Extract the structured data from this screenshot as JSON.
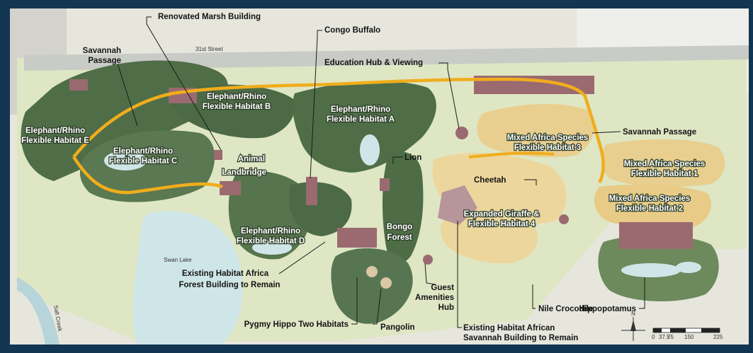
{
  "street": {
    "name": "31st Street"
  },
  "water": {
    "swan_lake": "Swan Lake",
    "salt_creek": "Salt Creek"
  },
  "habitats": {
    "savannah_passage_west": [
      "Savannah",
      "Passage"
    ],
    "renovated_marsh": "Renovated Marsh Building",
    "congo_buffalo": "Congo Buffalo",
    "education_hub": "Education Hub & Viewing",
    "elephant_b": [
      "Elephant/Rhino",
      "Flexible Habitat B"
    ],
    "elephant_a": [
      "Elephant/Rhino",
      "Flexible Habitat A"
    ],
    "elephant_e": [
      "Elephant/Rhino",
      "Flexible Habitat E"
    ],
    "elephant_c": [
      "Elephant/Rhino",
      "Flexible Habitat C"
    ],
    "animal_landbridge": [
      "Animal",
      "Landbridge"
    ],
    "mixed_3": [
      "Mixed Africa Species",
      "Flexible Habitat 3"
    ],
    "savannah_passage_east": "Savannah Passage",
    "mixed_1": [
      "Mixed Africa Species",
      "Flexible Habitat 1"
    ],
    "lion": "Lion",
    "cheetah": "Cheetah",
    "mixed_2": [
      "Mixed Africa Species",
      "Flexible Habitat 2"
    ],
    "giraffe": [
      "Expanded Giraffe &",
      "Flexible Habitat 4"
    ],
    "elephant_d": [
      "Elephant/Rhino",
      "Flexible Habitat D"
    ],
    "bongo_forest": [
      "Bongo",
      "Forest"
    ],
    "existing_forest": [
      "Existing Habitat Africa",
      "Forest Building to Remain"
    ],
    "guest_amenities": [
      "Guest",
      "Amenities",
      "Hub"
    ],
    "hippopotamus": "Hippopotamus",
    "nile_crocodile": "Nile Crocodile",
    "pygmy_hippo": "Pygmy Hippo Two Habitats",
    "pangolin": "Pangolin",
    "existing_savannah": [
      "Existing Habitat African",
      "Savannah Building to Remain"
    ]
  },
  "north_arrow": {
    "letter": "N"
  },
  "scale_bar": {
    "ticks": [
      "0",
      "37.5",
      "75",
      "150",
      "225"
    ]
  },
  "colors": {
    "frame": "#123552",
    "green": "#4f6e48",
    "savannah": "#e9cf8f",
    "path": "#f0ad1c",
    "building": "#9a6a70",
    "water": "#cfe6e8"
  }
}
